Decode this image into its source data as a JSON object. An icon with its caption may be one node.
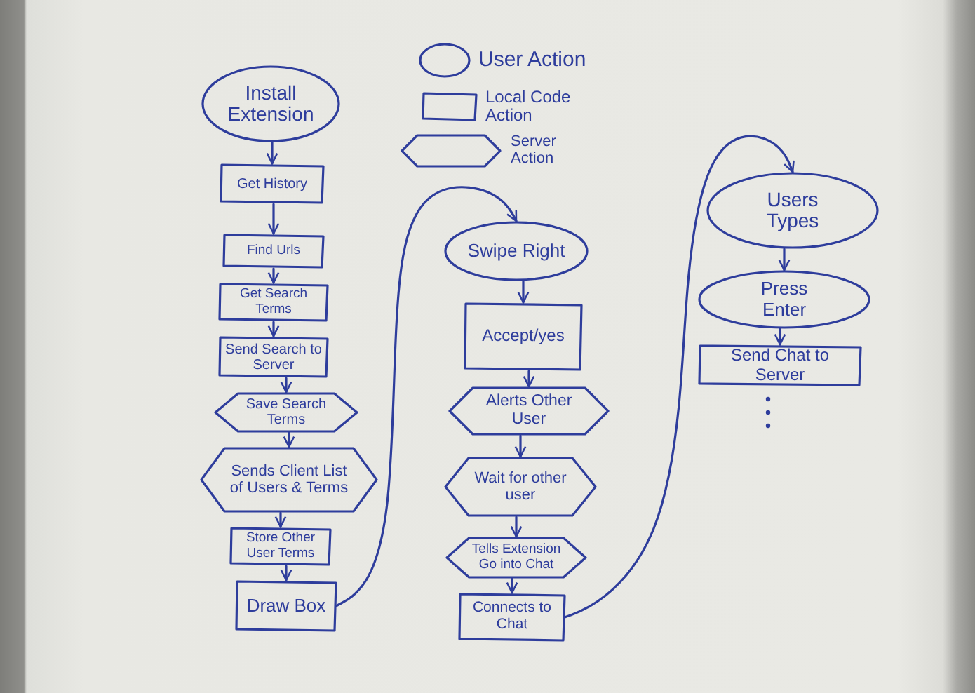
{
  "diagram": {
    "nodes": [
      {
        "text": [
          "Install Extension"
        ]
      },
      {
        "text": [
          "Get History"
        ]
      },
      {
        "text": [
          "Find Urls"
        ]
      },
      {
        "text": [
          "Get Search Terms"
        ]
      },
      {
        "text": [
          "Send Search to Server"
        ]
      },
      {
        "text": [
          "Save Search Terms"
        ]
      },
      {
        "text": [
          "Sends Client List of Users & Terms"
        ]
      },
      {
        "text": [
          "Store Other User Terms"
        ]
      },
      {
        "text": [
          "Draw Box"
        ]
      },
      {
        "text": [
          "Swipe Right"
        ]
      },
      {
        "text": [
          "Accept/yes"
        ]
      },
      {
        "text": [
          "Alerts Other User"
        ]
      },
      {
        "text": [
          "Wait for other user"
        ]
      },
      {
        "text": [
          "Tells Extension Go into Chat"
        ]
      },
      {
        "text": [
          "Connects to Chat"
        ]
      },
      {
        "text": [
          "Users Types"
        ]
      },
      {
        "text": [
          "Press Enter"
        ]
      },
      {
        "text": [
          "Send Chat to Server"
        ]
      }
    ],
    "edges": [
      {
        "from": 0,
        "to": 1,
        "arrow": "to"
      },
      {
        "from": 1,
        "to": 2,
        "arrow": "to"
      },
      {
        "from": 2,
        "to": 3,
        "arrow": "to"
      },
      {
        "from": 3,
        "to": 4,
        "arrow": "to"
      },
      {
        "from": 4,
        "to": 5,
        "arrow": "to"
      },
      {
        "from": 5,
        "to": 6,
        "arrow": "to"
      },
      {
        "from": 6,
        "to": 7,
        "arrow": "to"
      },
      {
        "from": 7,
        "to": 8,
        "arrow": "to"
      },
      {
        "from": 8,
        "to": 9,
        "arrow": "to"
      },
      {
        "from": 9,
        "to": 10,
        "arrow": "to"
      },
      {
        "from": 10,
        "to": 11,
        "arrow": "to"
      },
      {
        "from": 11,
        "to": 12,
        "arrow": "to"
      },
      {
        "from": 12,
        "to": 13,
        "arrow": "to"
      },
      {
        "from": 13,
        "to": 14,
        "arrow": "to"
      },
      {
        "from": 14,
        "to": 15,
        "arrow": "to"
      },
      {
        "from": 15,
        "to": 16,
        "arrow": "to"
      },
      {
        "from": 16,
        "to": 17,
        "arrow": "to"
      }
    ],
    "legend": [
      {
        "text": "User Action"
      },
      {
        "text": "Local Code Action"
      },
      {
        "text": "Server Action"
      }
    ]
  }
}
